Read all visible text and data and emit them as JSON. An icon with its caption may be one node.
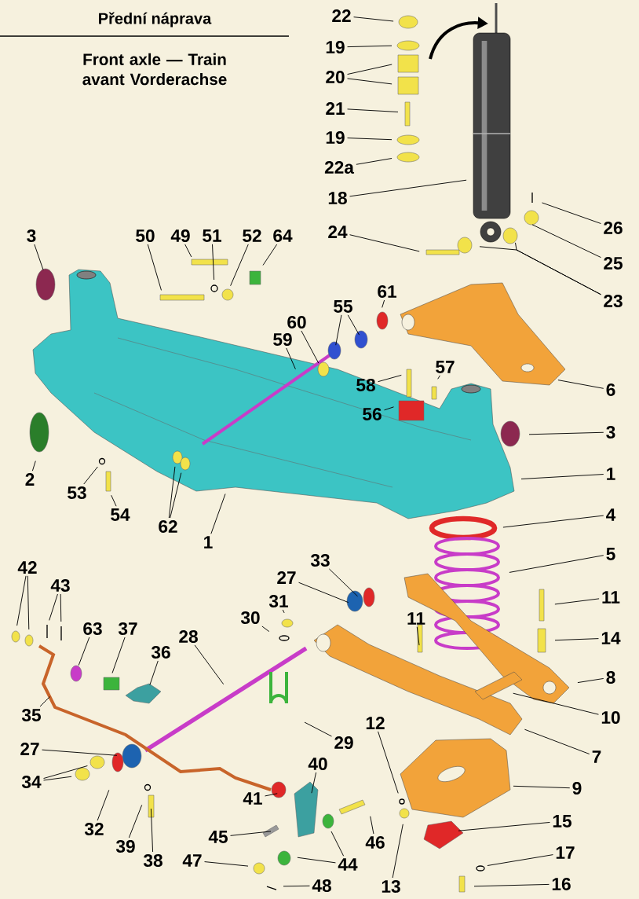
{
  "diagram": {
    "title": "Přední náprava",
    "caption": "Front axle — Train avant Vorderachse",
    "nodes": [
      {
        "text": [
          "22"
        ]
      },
      {
        "text": [
          "19"
        ]
      },
      {
        "text": [
          "20"
        ]
      },
      {
        "text": [
          "21"
        ]
      },
      {
        "text": [
          "19"
        ]
      },
      {
        "text": [
          "22a"
        ]
      },
      {
        "text": [
          "18"
        ]
      },
      {
        "text": [
          "24"
        ]
      },
      {
        "text": [
          "26"
        ]
      },
      {
        "text": [
          "3"
        ]
      },
      {
        "text": [
          "50"
        ]
      },
      {
        "text": [
          "49"
        ]
      },
      {
        "text": [
          "51"
        ]
      },
      {
        "text": [
          "52"
        ]
      },
      {
        "text": [
          "64"
        ]
      },
      {
        "text": [
          "25"
        ]
      },
      {
        "text": [
          "61"
        ]
      },
      {
        "text": [
          "23"
        ]
      },
      {
        "text": [
          "55"
        ]
      },
      {
        "text": [
          "60"
        ]
      },
      {
        "text": [
          "59"
        ]
      },
      {
        "text": [
          "57"
        ]
      },
      {
        "text": [
          "58"
        ]
      },
      {
        "text": [
          "6"
        ]
      },
      {
        "text": [
          "56"
        ]
      },
      {
        "text": [
          "3"
        ]
      },
      {
        "text": [
          "1"
        ]
      },
      {
        "text": [
          "2"
        ]
      },
      {
        "text": [
          "53"
        ]
      },
      {
        "text": [
          "54"
        ]
      },
      {
        "text": [
          "4"
        ]
      },
      {
        "text": [
          "62"
        ]
      },
      {
        "text": [
          "1"
        ]
      },
      {
        "text": [
          "5"
        ]
      },
      {
        "text": [
          "33"
        ]
      },
      {
        "text": [
          "42"
        ]
      },
      {
        "text": [
          "27"
        ]
      },
      {
        "text": [
          "43"
        ]
      },
      {
        "text": [
          "31"
        ]
      },
      {
        "text": [
          "11"
        ]
      },
      {
        "text": [
          "30"
        ]
      },
      {
        "text": [
          "11"
        ]
      },
      {
        "text": [
          "63"
        ]
      },
      {
        "text": [
          "37"
        ]
      },
      {
        "text": [
          "28"
        ]
      },
      {
        "text": [
          "14"
        ]
      },
      {
        "text": [
          "36"
        ]
      },
      {
        "text": [
          "8"
        ]
      },
      {
        "text": [
          "35"
        ]
      },
      {
        "text": [
          "10"
        ]
      },
      {
        "text": [
          "12"
        ]
      },
      {
        "text": [
          "29"
        ]
      },
      {
        "text": [
          "27"
        ]
      },
      {
        "text": [
          "7"
        ]
      },
      {
        "text": [
          "40"
        ]
      },
      {
        "text": [
          "34"
        ]
      },
      {
        "text": [
          "9"
        ]
      },
      {
        "text": [
          "41"
        ]
      },
      {
        "text": [
          "15"
        ]
      },
      {
        "text": [
          "32"
        ]
      },
      {
        "text": [
          "45"
        ]
      },
      {
        "text": [
          "46"
        ]
      },
      {
        "text": [
          "39"
        ]
      },
      {
        "text": [
          "17"
        ]
      },
      {
        "text": [
          "38"
        ]
      },
      {
        "text": [
          "47"
        ]
      },
      {
        "text": [
          "44"
        ]
      },
      {
        "text": [
          "48"
        ]
      },
      {
        "text": [
          "13"
        ]
      },
      {
        "text": [
          "16"
        ]
      }
    ],
    "edges": [
      {
        "from": 0,
        "to": null,
        "arrow": "none"
      },
      {
        "from": 1,
        "to": null,
        "arrow": "none"
      },
      {
        "from": 2,
        "to": null,
        "arrow": "none"
      },
      {
        "from": 2,
        "to": null,
        "arrow": "none"
      },
      {
        "from": 3,
        "to": null,
        "arrow": "none"
      },
      {
        "from": 4,
        "to": null,
        "arrow": "none"
      },
      {
        "from": 5,
        "to": null,
        "arrow": "none"
      },
      {
        "from": 6,
        "to": null,
        "arrow": "none"
      },
      {
        "from": 7,
        "to": null,
        "arrow": "none"
      },
      {
        "from": 8,
        "to": null,
        "arrow": "none"
      },
      {
        "from": 9,
        "to": null,
        "arrow": "none"
      },
      {
        "from": 10,
        "to": null,
        "arrow": "none"
      },
      {
        "from": 11,
        "to": null,
        "arrow": "none"
      },
      {
        "from": 12,
        "to": null,
        "arrow": "none"
      },
      {
        "from": 13,
        "to": null,
        "arrow": "none"
      },
      {
        "from": 14,
        "to": null,
        "arrow": "none"
      },
      {
        "from": 15,
        "to": null,
        "arrow": "none"
      },
      {
        "from": 16,
        "to": null,
        "arrow": "none"
      },
      {
        "from": 17,
        "to": null,
        "arrow": "none"
      },
      {
        "from": 17,
        "to": null,
        "arrow": "none"
      },
      {
        "from": 18,
        "to": null,
        "arrow": "none"
      },
      {
        "from": 18,
        "to": null,
        "arrow": "none"
      },
      {
        "from": 19,
        "to": null,
        "arrow": "none"
      },
      {
        "from": 20,
        "to": null,
        "arrow": "none"
      },
      {
        "from": 21,
        "to": null,
        "arrow": "none"
      },
      {
        "from": 22,
        "to": null,
        "arrow": "none"
      },
      {
        "from": 23,
        "to": null,
        "arrow": "none"
      },
      {
        "from": 24,
        "to": null,
        "arrow": "none"
      },
      {
        "from": 25,
        "to": null,
        "arrow": "none"
      },
      {
        "from": 26,
        "to": null,
        "arrow": "none"
      },
      {
        "from": 27,
        "to": null,
        "arrow": "none"
      },
      {
        "from": 28,
        "to": null,
        "arrow": "none"
      },
      {
        "from": 29,
        "to": null,
        "arrow": "none"
      },
      {
        "from": 30,
        "to": null,
        "arrow": "none"
      },
      {
        "from": 31,
        "to": null,
        "arrow": "none"
      },
      {
        "from": 31,
        "to": null,
        "arrow": "none"
      },
      {
        "from": 32,
        "to": null,
        "arrow": "none"
      },
      {
        "from": 33,
        "to": null,
        "arrow": "none"
      },
      {
        "from": 34,
        "to": null,
        "arrow": "none"
      },
      {
        "from": 35,
        "to": null,
        "arrow": "none"
      },
      {
        "from": 35,
        "to": null,
        "arrow": "none"
      },
      {
        "from": 36,
        "to": null,
        "arrow": "none"
      },
      {
        "from": 37,
        "to": null,
        "arrow": "none"
      },
      {
        "from": 37,
        "to": null,
        "arrow": "none"
      },
      {
        "from": 38,
        "to": null,
        "arrow": "none"
      },
      {
        "from": 39,
        "to": null,
        "arrow": "none"
      },
      {
        "from": 40,
        "to": null,
        "arrow": "none"
      },
      {
        "from": 41,
        "to": null,
        "arrow": "none"
      },
      {
        "from": 42,
        "to": null,
        "arrow": "none"
      },
      {
        "from": 43,
        "to": null,
        "arrow": "none"
      },
      {
        "from": 44,
        "to": null,
        "arrow": "none"
      },
      {
        "from": 45,
        "to": null,
        "arrow": "none"
      },
      {
        "from": 46,
        "to": null,
        "arrow": "none"
      },
      {
        "from": 47,
        "to": null,
        "arrow": "none"
      },
      {
        "from": 48,
        "to": null,
        "arrow": "none"
      },
      {
        "from": 49,
        "to": null,
        "arrow": "none"
      },
      {
        "from": 50,
        "to": null,
        "arrow": "none"
      },
      {
        "from": 51,
        "to": null,
        "arrow": "none"
      },
      {
        "from": 52,
        "to": null,
        "arrow": "none"
      },
      {
        "from": 53,
        "to": null,
        "arrow": "none"
      },
      {
        "from": 54,
        "to": null,
        "arrow": "none"
      },
      {
        "from": 55,
        "to": null,
        "arrow": "none"
      },
      {
        "from": 55,
        "to": null,
        "arrow": "none"
      },
      {
        "from": 56,
        "to": null,
        "arrow": "none"
      },
      {
        "from": 57,
        "to": null,
        "arrow": "none"
      },
      {
        "from": 58,
        "to": null,
        "arrow": "none"
      },
      {
        "from": 59,
        "to": null,
        "arrow": "none"
      },
      {
        "from": 60,
        "to": null,
        "arrow": "none"
      },
      {
        "from": 61,
        "to": null,
        "arrow": "none"
      },
      {
        "from": 62,
        "to": null,
        "arrow": "none"
      },
      {
        "from": 63,
        "to": null,
        "arrow": "none"
      },
      {
        "from": 64,
        "to": null,
        "arrow": "none"
      },
      {
        "from": 65,
        "to": null,
        "arrow": "none"
      },
      {
        "from": 66,
        "to": null,
        "arrow": "none"
      },
      {
        "from": 66,
        "to": null,
        "arrow": "none"
      },
      {
        "from": 67,
        "to": null,
        "arrow": "none"
      },
      {
        "from": 68,
        "to": null,
        "arrow": "none"
      },
      {
        "from": 69,
        "to": null,
        "arrow": "none"
      }
    ]
  }
}
